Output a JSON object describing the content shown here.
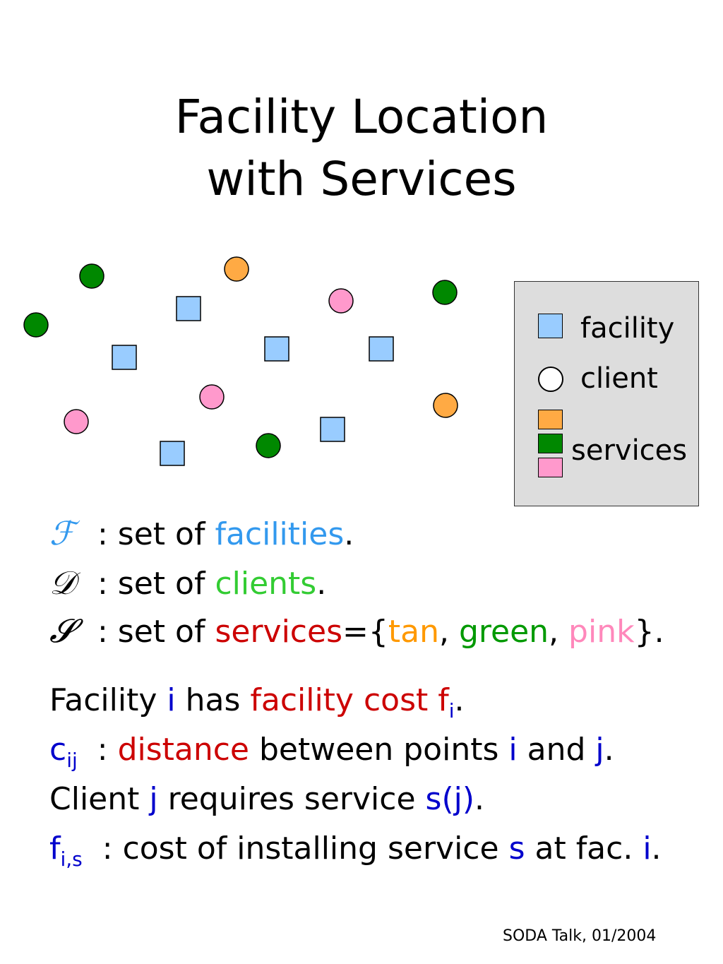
{
  "title": {
    "line1": "Facility Location",
    "line2": "with Services"
  },
  "colors": {
    "facility": "#99ccff",
    "tan": "#ffaa44",
    "green": "#008800",
    "pink": "#ff99cc",
    "legend_bg": "#dddddd"
  },
  "diagram": {
    "clients": [
      {
        "service": "green",
        "x": 1,
        "y": 4
      },
      {
        "service": "tan",
        "x": 4,
        "y": 3
      },
      {
        "service": "green",
        "x": 8,
        "y": 4
      },
      {
        "service": "green",
        "x": 0,
        "y": 5
      },
      {
        "service": "pink",
        "x": 6,
        "y": 4
      },
      {
        "service": "pink",
        "x": 4,
        "y": 6
      },
      {
        "service": "pink",
        "x": 1,
        "y": 7
      },
      {
        "service": "tan",
        "x": 8,
        "y": 6
      },
      {
        "service": "green",
        "x": 5,
        "y": 8
      }
    ],
    "facilities": [
      {
        "x": 3,
        "y": 4
      },
      {
        "x": 2,
        "y": 5
      },
      {
        "x": 5,
        "y": 5
      },
      {
        "x": 7,
        "y": 5
      },
      {
        "x": 6,
        "y": 7
      },
      {
        "x": 3,
        "y": 8
      }
    ]
  },
  "legend": {
    "facility": "facility",
    "client": "client",
    "services": "services"
  },
  "defs": {
    "f_sym": "ℱ",
    "d_sym": "𝒟",
    "s_sym": "𝓢",
    "set_of": ": set of ",
    "facilities": "facilities",
    "clients": "clients",
    "services": "services",
    "eq_open": "={",
    "tan": "tan",
    "comma": ", ",
    "green": "green",
    "pink": "pink",
    "close": "}.",
    "period": "."
  },
  "notes": {
    "l1_a": "Facility ",
    "l1_i": "i",
    "l1_b": " has ",
    "l1_cost": "facility cost",
    "l1_space": " ",
    "l1_f": "f",
    "l1_sub": "i",
    "l1_end": ".",
    "l2_c": "c",
    "l2_sub": "ij",
    "l2_colon": "  : ",
    "l2_dist": "distance",
    "l2_b": " between points ",
    "l2_i": "i",
    "l2_and": " and ",
    "l2_j": "j",
    "l2_end": ".",
    "l3_a": "Client ",
    "l3_j": "j",
    "l3_b": " requires service ",
    "l3_sj": "s(j)",
    "l3_end": ".",
    "l4_f": "f",
    "l4_sub": "i,s",
    "l4_b": "  : cost of installing service ",
    "l4_s": "s",
    "l4_c": " at fac. ",
    "l4_i": "i",
    "l4_end": "."
  },
  "footer": "SODA Talk, 01/2004"
}
